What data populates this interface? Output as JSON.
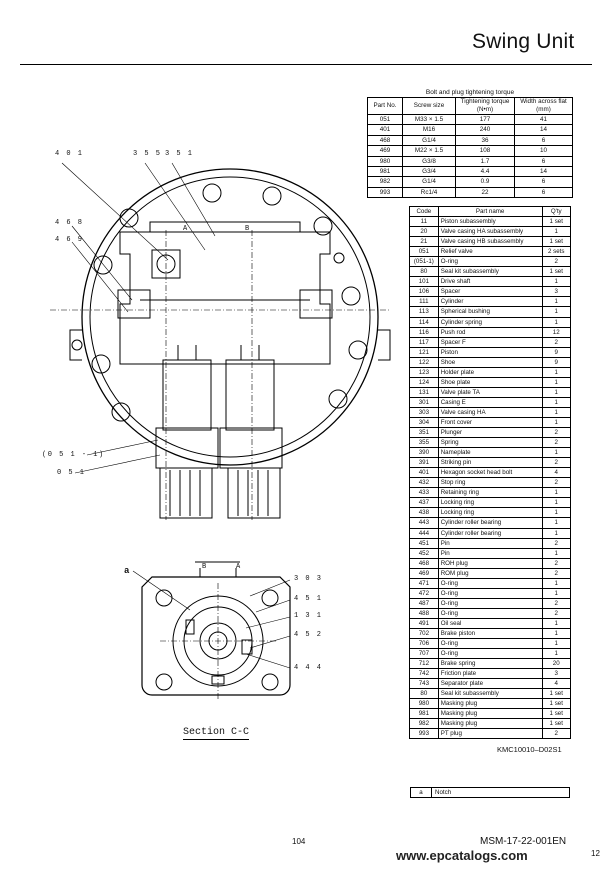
{
  "header": {
    "title": "Swing Unit"
  },
  "torque_table": {
    "caption": "Bolt and plug tightening torque",
    "headers": [
      "Part No.",
      "Screw size",
      "Tightening torque\n(N•m)",
      "Width across flat\n(mm)"
    ],
    "rows": [
      [
        "051",
        "M33 × 1.5",
        "177",
        "41"
      ],
      [
        "401",
        "M16",
        "240",
        "14"
      ],
      [
        "468",
        "G1/4",
        "36",
        "6"
      ],
      [
        "469",
        "M22 × 1.5",
        "108",
        "10"
      ],
      [
        "980",
        "G3/8",
        "1.7",
        "6"
      ],
      [
        "981",
        "G3/4",
        "4.4",
        "14"
      ],
      [
        "982",
        "G1/4",
        "0.9",
        "6"
      ],
      [
        "993",
        "Rc1/4",
        "22",
        "6"
      ]
    ]
  },
  "parts_table": {
    "headers": [
      "Code",
      "Part name",
      "Q'ty"
    ],
    "rows": [
      [
        "11",
        "Piston subassembly",
        "1 set"
      ],
      [
        "20",
        "Valve casing HA subassembly",
        "1"
      ],
      [
        "21",
        "Valve casing HB subassembly",
        "1 set"
      ],
      [
        "051",
        "Relief valve",
        "2 sets"
      ],
      [
        "(051-1)",
        "O-ring",
        "2"
      ],
      [
        "80",
        "Seal kit subassembly",
        "1 set"
      ],
      [
        "101",
        "Drive shaft",
        "1"
      ],
      [
        "106",
        "Spacer",
        "3"
      ],
      [
        "111",
        "Cylinder",
        "1"
      ],
      [
        "113",
        "Spherical bushing",
        "1"
      ],
      [
        "114",
        "Cylinder spring",
        "1"
      ],
      [
        "116",
        "Push rod",
        "12"
      ],
      [
        "117",
        "Spacer F",
        "2"
      ],
      [
        "121",
        "Piston",
        "9"
      ],
      [
        "122",
        "Shoe",
        "9"
      ],
      [
        "123",
        "Holder plate",
        "1"
      ],
      [
        "124",
        "Shoe plate",
        "1"
      ],
      [
        "131",
        "Valve plate TA",
        "1"
      ],
      [
        "301",
        "Casing E",
        "1"
      ],
      [
        "303",
        "Valve casing HA",
        "1"
      ],
      [
        "304",
        "Front cover",
        "1"
      ],
      [
        "351",
        "Plunger",
        "2"
      ],
      [
        "355",
        "Spring",
        "2"
      ],
      [
        "390",
        "Nameplate",
        "1"
      ],
      [
        "391",
        "Striking pin",
        "2"
      ],
      [
        "401",
        "Hexagon socket head bolt",
        "4"
      ],
      [
        "432",
        "Stop ring",
        "2"
      ],
      [
        "433",
        "Retaining ring",
        "1"
      ],
      [
        "437",
        "Locking ring",
        "1"
      ],
      [
        "438",
        "Locking ring",
        "1"
      ],
      [
        "443",
        "Cylinder roller bearing",
        "1"
      ],
      [
        "444",
        "Cylinder roller bearing",
        "1"
      ],
      [
        "451",
        "Pin",
        "2"
      ],
      [
        "452",
        "Pin",
        "1"
      ],
      [
        "468",
        "ROH plug",
        "2"
      ],
      [
        "469",
        "ROM plug",
        "2"
      ],
      [
        "471",
        "O-ring",
        "1"
      ],
      [
        "472",
        "O-ring",
        "1"
      ],
      [
        "487",
        "O-ring",
        "2"
      ],
      [
        "488",
        "O-ring",
        "2"
      ],
      [
        "491",
        "Oil seal",
        "1"
      ],
      [
        "702",
        "Brake piston",
        "1"
      ],
      [
        "706",
        "O-ring",
        "1"
      ],
      [
        "707",
        "O-ring",
        "1"
      ],
      [
        "712",
        "Brake spring",
        "20"
      ],
      [
        "742",
        "Friction plate",
        "3"
      ],
      [
        "743",
        "Separator plate",
        "4"
      ],
      [
        "80",
        "Seal kit subassembly",
        "1 set"
      ],
      [
        "980",
        "Masking plug",
        "1 set"
      ],
      [
        "981",
        "Masking plug",
        "1 set"
      ],
      [
        "982",
        "Masking plug",
        "1 set"
      ],
      [
        "993",
        "PT plug",
        "2"
      ]
    ]
  },
  "drawing_id": "KMC10010–D02S1",
  "notch_legend": {
    "key": "a",
    "label": "Notch"
  },
  "drawing": {
    "callouts_top": [
      "4 0 1",
      "3 5 5",
      "3 5 1",
      "4 6 8",
      "4 6 9",
      "(0 5 1 - 1)",
      "0 5 1"
    ],
    "section_letters": [
      "A",
      "B",
      "B",
      "A"
    ],
    "callouts_section": [
      "a",
      "3 0 3",
      "4 5 1",
      "1 3 1",
      "4 5 2",
      "4 4 4"
    ],
    "section_label": "Section C-C"
  },
  "footer": {
    "page_number": "104",
    "doc_code": "MSM-17-22-001EN",
    "watermark": "www.epcatalogs.com",
    "sheet": "12"
  }
}
